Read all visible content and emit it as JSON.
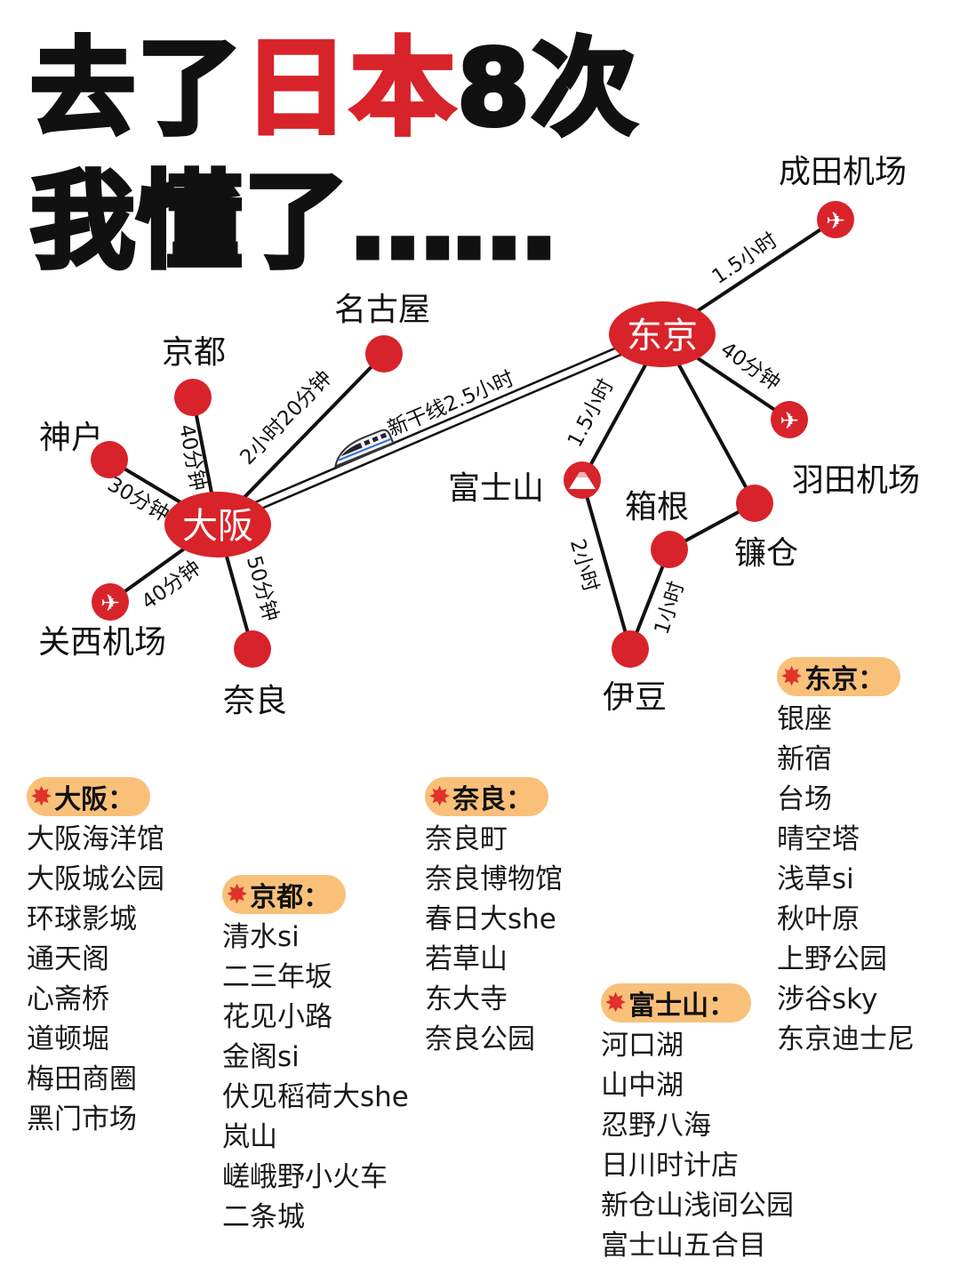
{
  "title": {
    "line1_a": "去了",
    "line1_b": "日本",
    "line1_c": "8次",
    "line2_a": "我懂了",
    "line2_b": "……"
  },
  "map": {
    "places": {
      "osaka": "大阪",
      "tokyo": "东京",
      "kyoto": "京都",
      "kobe": "神户",
      "nagoya": "名古屋",
      "kansai_airport": "关西机场",
      "nara": "奈良",
      "narita": "成田机场",
      "haneda": "羽田机场",
      "fuji": "富士山",
      "hakone": "箱根",
      "kamakura": "镰仓",
      "izu": "伊豆"
    },
    "edges": {
      "osaka_kyoto": "40分钟",
      "osaka_kobe": "30分钟",
      "osaka_nagoya": "2小时20分钟",
      "osaka_kansai": "40分钟",
      "osaka_nara": "50分钟",
      "osaka_tokyo": "新干线2.5小时",
      "tokyo_narita": "1.5小时",
      "tokyo_haneda": "40分钟",
      "tokyo_fuji": "1.5小时",
      "fuji_izu": "2小时",
      "izu_hakone": "1小时"
    },
    "colors": {
      "node": "#d8232a",
      "line": "#111111"
    }
  },
  "lists": {
    "osaka": {
      "header": "大阪：",
      "items": [
        "大阪海洋馆",
        "大阪城公园",
        "环球影城",
        "通天阁",
        "心斋桥",
        "道顿堀",
        "梅田商圈",
        "黑门市场"
      ]
    },
    "kyoto": {
      "header": "京都：",
      "items": [
        "清水si",
        "二三年坂",
        "花见小路",
        "金阁si",
        "伏见稻荷大she",
        "岚山",
        "嵯峨野小火车",
        "二条城"
      ]
    },
    "nara": {
      "header": "奈良：",
      "items": [
        "奈良町",
        "奈良博物馆",
        "春日大she",
        "若草山",
        "东大寺",
        "奈良公园"
      ]
    },
    "fuji": {
      "header": "富士山：",
      "items": [
        "河口湖",
        "山中湖",
        "忍野八海",
        "日川时计店",
        "新仓山浅间公园",
        "富士山五合目"
      ]
    },
    "tokyo": {
      "header": "东京：",
      "items": [
        "银座",
        "新宿",
        "台场",
        "晴空塔",
        "浅草si",
        "秋叶原",
        "上野公园",
        "涉谷sky",
        "东京迪士尼"
      ]
    }
  },
  "tag_colors": {
    "tag_bg": "#f9c07a",
    "burst": "#e0312a"
  }
}
